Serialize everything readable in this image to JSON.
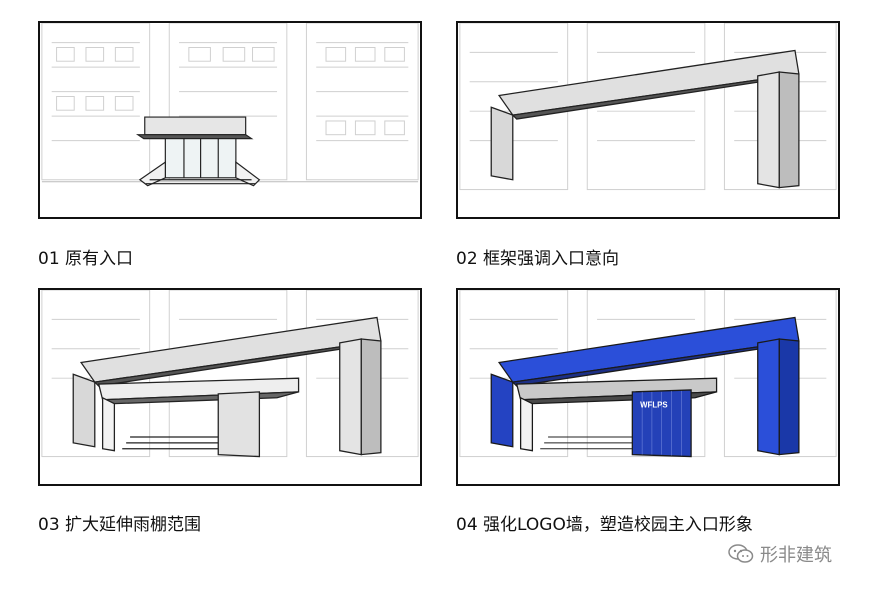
{
  "panels": [
    {
      "caption": "01 原有入口"
    },
    {
      "caption": "02 框架强调入口意向"
    },
    {
      "caption": "03 扩大延伸雨棚范围"
    },
    {
      "caption": "04 强化LOGO墙，塑造校园主入口形象",
      "logo_text": "WFLPS"
    }
  ],
  "watermark": {
    "text": "形非建筑",
    "icon": "wechat-icon"
  },
  "colors": {
    "frame_blue": "#2b4fd9",
    "frame_grey": "#e2e2e2",
    "outline": "#222222",
    "canopy_dark": "#555555"
  }
}
